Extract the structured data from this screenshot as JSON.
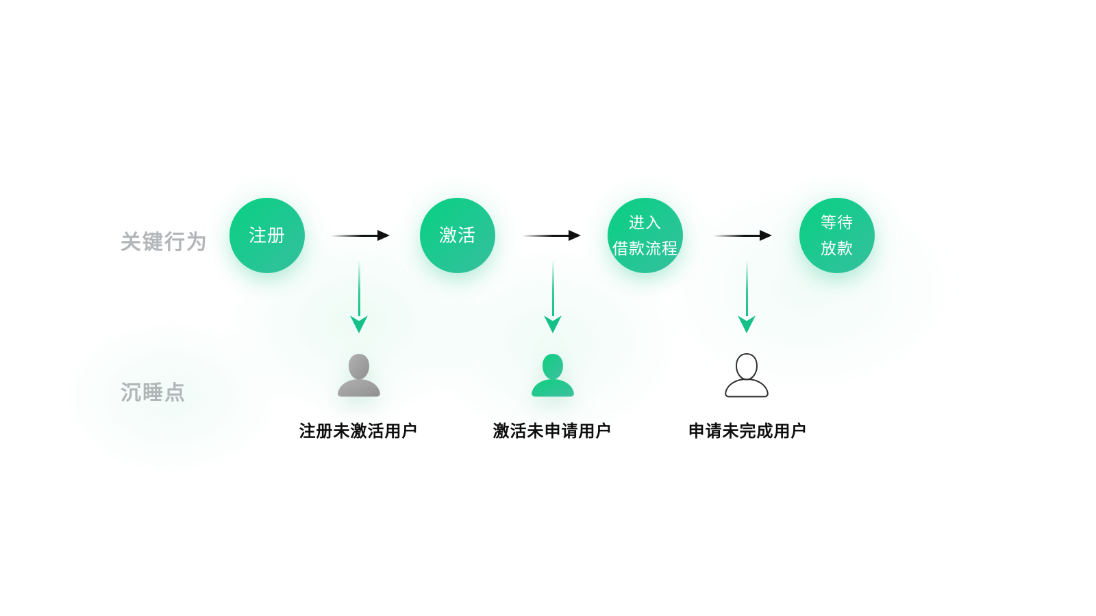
{
  "rows": {
    "behaviors_label": "关键行为",
    "dormant_label": "沉睡点"
  },
  "steps": [
    {
      "id": "register",
      "lines": [
        "注册"
      ]
    },
    {
      "id": "activate",
      "lines": [
        "激活"
      ]
    },
    {
      "id": "enter-loan-flow",
      "lines": [
        "进入",
        "借款流程"
      ]
    },
    {
      "id": "await-disbursement",
      "lines": [
        "等待",
        "放款"
      ]
    }
  ],
  "dormant_points": [
    {
      "id": "registered-not-activated",
      "icon": "person-icon",
      "person_style": "gray-filled",
      "label": "注册未激活用户"
    },
    {
      "id": "activated-not-applied",
      "icon": "person-icon",
      "person_style": "green-filled",
      "label": "激活未申请用户"
    },
    {
      "id": "applied-not-completed",
      "icon": "person-icon",
      "person_style": "outline",
      "label": "申请未完成用户"
    }
  ],
  "colors": {
    "canvas_bg": "#FFFFFF",
    "circle_grad_start": "#07D183",
    "circle_grad_end": "#36BF9E",
    "green_arrow": "#15C188",
    "black_arrow": "#101010",
    "row_label": "#B3B6B8",
    "caption": "#0D0D0D",
    "person_gray_start": "#B2B2B2",
    "person_gray_end": "#8F8F8F",
    "person_green_start": "#0FD07F",
    "person_green_end": "#3DBFA0",
    "person_outline": "#2F2F2F"
  }
}
